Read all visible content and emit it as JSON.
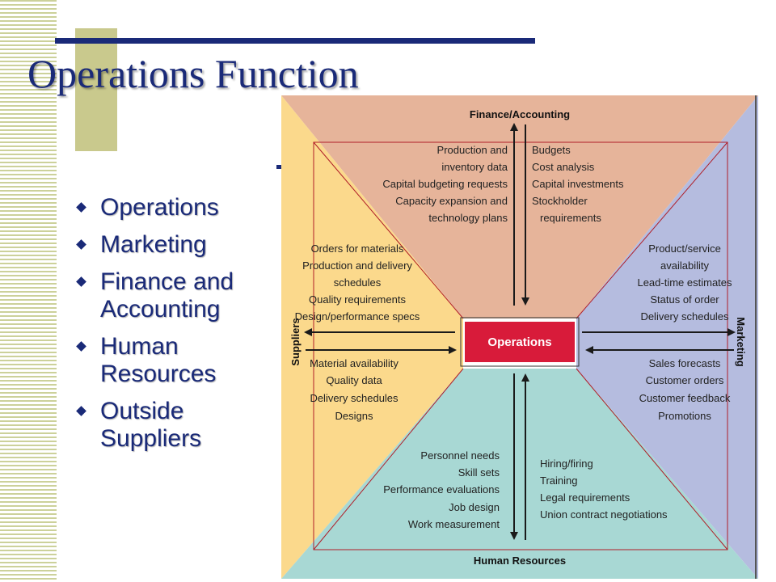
{
  "slide": {
    "title": "Operations Function",
    "bullets": [
      "Operations",
      "Marketing",
      "Finance and Accounting",
      "Human Resources",
      "Outside Suppliers"
    ]
  },
  "diagram": {
    "center_label": "Operations",
    "colors": {
      "finance": "#e6b49a",
      "suppliers": "#fbd98c",
      "marketing": "#b5bcdf",
      "human_resources": "#a8d8d4",
      "center": "#d81b3a",
      "arrow": "#1a1a1a",
      "outline": "#b01e28"
    },
    "finance": {
      "label": "Finance/Accounting",
      "to_operations": [
        "Production and",
        "inventory data",
        "Capital budgeting requests",
        "Capacity expansion and",
        "technology plans"
      ],
      "from_operations": [
        "Budgets",
        "Cost analysis",
        "Capital investments",
        "Stockholder",
        "requirements"
      ]
    },
    "suppliers": {
      "label": "Suppliers",
      "from_operations": [
        "Orders for materials",
        "Production and delivery",
        "schedules",
        "Quality requirements",
        "Design/performance specs"
      ],
      "to_operations": [
        "Material availability",
        "Quality data",
        "Delivery schedules",
        "Designs"
      ]
    },
    "marketing": {
      "label": "Marketing",
      "from_operations": [
        "Product/service",
        "availability",
        "Lead-time estimates",
        "Status of order",
        "Delivery schedules"
      ],
      "to_operations": [
        "Sales forecasts",
        "Customer orders",
        "Customer feedback",
        "Promotions"
      ]
    },
    "human_resources": {
      "label": "Human Resources",
      "from_operations": [
        "Personnel needs",
        "Skill sets",
        "Performance evaluations",
        "Job design",
        "Work measurement"
      ],
      "to_operations": [
        "Hiring/firing",
        "Training",
        "Legal requirements",
        "Union contract negotiations"
      ]
    }
  }
}
